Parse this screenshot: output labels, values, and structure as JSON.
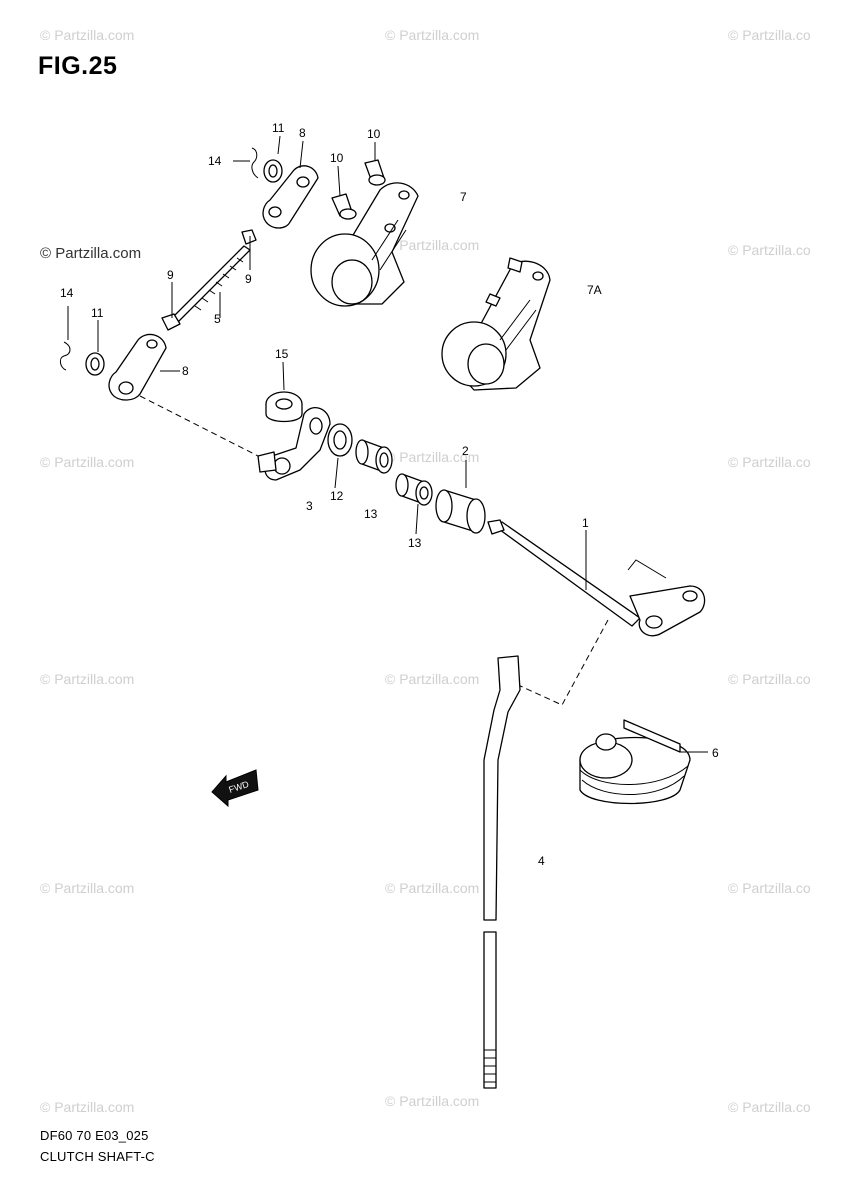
{
  "figure_title": "FIG.25",
  "watermark": "© Partzilla.com",
  "watermark_short": "© Partzilla.co",
  "callouts": {
    "part_1": "1",
    "part_2": "2",
    "part_3": "3",
    "part_4": "4",
    "part_5": "5",
    "part_6": "6",
    "part_7": "7",
    "part_7a": "7A",
    "part_8_top": "8",
    "part_8_left": "8",
    "part_9_a": "9",
    "part_9_b": "9",
    "part_10_a": "10",
    "part_10_b": "10",
    "part_11_top": "11",
    "part_11_left": "11",
    "part_12": "12",
    "part_13_a": "13",
    "part_13_b": "13",
    "part_14_top": "14",
    "part_14_left": "14",
    "part_15": "15"
  },
  "fwd_arrow_label": "FWD",
  "footer": {
    "code": "DF60 70 E03_025",
    "name": "CLUTCH SHAFT-C"
  }
}
